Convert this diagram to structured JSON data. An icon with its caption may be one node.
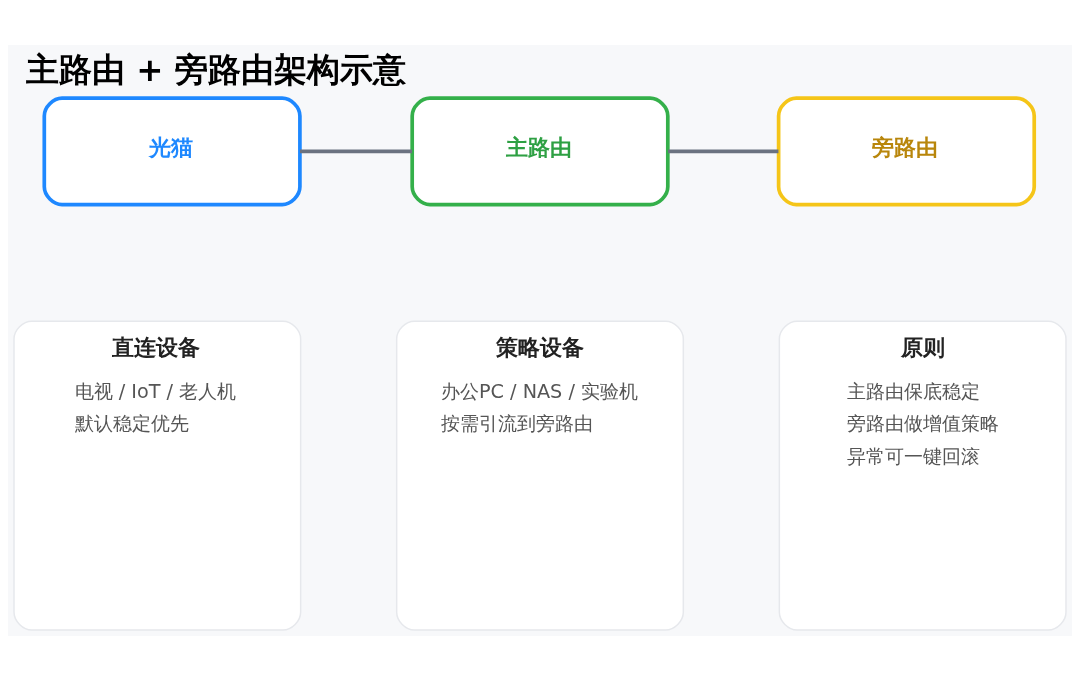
{
  "diagram": {
    "title": "主路由 + 旁路由架构示意",
    "nodes": [
      {
        "text": [
          "光猫"
        ]
      },
      {
        "text": [
          "主路由"
        ]
      },
      {
        "text": [
          "旁路由"
        ]
      },
      {
        "text": [
          "直连设备",
          "电视 / IoT / 老人机",
          "默认稳定优先"
        ]
      },
      {
        "text": [
          "策略设备",
          "办公PC / NAS / 实验机",
          "按需引流到旁路由"
        ]
      },
      {
        "text": [
          "原则",
          "主路由保底稳定",
          "旁路由做增值策略",
          "异常可一键回滚"
        ]
      }
    ],
    "edges": [
      {
        "from": 0,
        "to": 1,
        "arrow": "none"
      },
      {
        "from": 1,
        "to": 2,
        "arrow": "none"
      }
    ]
  }
}
